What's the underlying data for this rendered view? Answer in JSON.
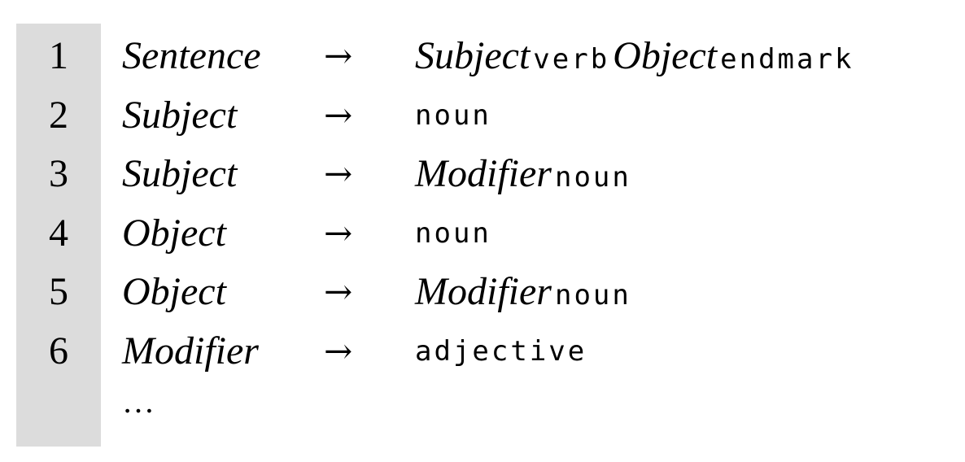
{
  "arrow": "→",
  "ellipsis": "…",
  "rules": [
    {
      "number": "1",
      "lhs": "Sentence",
      "rhs": [
        {
          "kind": "nonterminal",
          "text": "Subject"
        },
        {
          "kind": "terminal",
          "text": "verb"
        },
        {
          "kind": "nonterminal",
          "text": "Object"
        },
        {
          "kind": "terminal",
          "text": "endmark"
        }
      ]
    },
    {
      "number": "2",
      "lhs": "Subject",
      "rhs": [
        {
          "kind": "terminal",
          "text": "noun"
        }
      ]
    },
    {
      "number": "3",
      "lhs": "Subject",
      "rhs": [
        {
          "kind": "nonterminal",
          "text": "Modifier"
        },
        {
          "kind": "terminal",
          "text": "noun"
        }
      ]
    },
    {
      "number": "4",
      "lhs": "Object",
      "rhs": [
        {
          "kind": "terminal",
          "text": "noun"
        }
      ]
    },
    {
      "number": "5",
      "lhs": "Object",
      "rhs": [
        {
          "kind": "nonterminal",
          "text": "Modifier"
        },
        {
          "kind": "terminal",
          "text": "noun"
        }
      ]
    },
    {
      "number": "6",
      "lhs": "Modifier",
      "rhs": [
        {
          "kind": "terminal",
          "text": "adjective"
        }
      ]
    }
  ],
  "colors": {
    "gutter": "#dcdcdc",
    "text": "#000000",
    "background": "#ffffff"
  }
}
